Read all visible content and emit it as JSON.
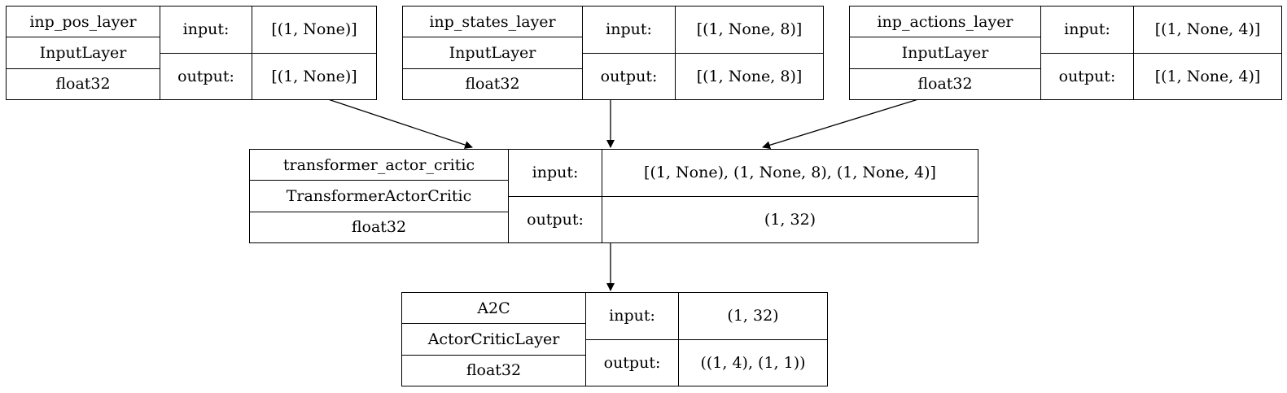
{
  "nodes": {
    "inp_pos": {
      "name": "inp_pos_layer",
      "type": "InputLayer",
      "dtype": "float32",
      "input_label": "input:",
      "output_label": "output:",
      "input": "[(1, None)]",
      "output": "[(1, None)]"
    },
    "inp_states": {
      "name": "inp_states_layer",
      "type": "InputLayer",
      "dtype": "float32",
      "input_label": "input:",
      "output_label": "output:",
      "input": "[(1, None, 8)]",
      "output": "[(1, None, 8)]"
    },
    "inp_actions": {
      "name": "inp_actions_layer",
      "type": "InputLayer",
      "dtype": "float32",
      "input_label": "input:",
      "output_label": "output:",
      "input": "[(1, None, 4)]",
      "output": "[(1, None, 4)]"
    },
    "transformer": {
      "name": "transformer_actor_critic",
      "type": "TransformerActorCritic",
      "dtype": "float32",
      "input_label": "input:",
      "output_label": "output:",
      "input": "[(1, None), (1, None, 8), (1, None, 4)]",
      "output": "(1, 32)"
    },
    "a2c": {
      "name": "A2C",
      "type": "ActorCriticLayer",
      "dtype": "float32",
      "input_label": "input:",
      "output_label": "output:",
      "input": "(1, 32)",
      "output": "((1, 4), (1, 1))"
    }
  },
  "edges": [
    {
      "from": "inp_pos_layer",
      "to": "transformer_actor_critic"
    },
    {
      "from": "inp_states_layer",
      "to": "transformer_actor_critic"
    },
    {
      "from": "inp_actions_layer",
      "to": "transformer_actor_critic"
    },
    {
      "from": "transformer_actor_critic",
      "to": "A2C"
    }
  ]
}
